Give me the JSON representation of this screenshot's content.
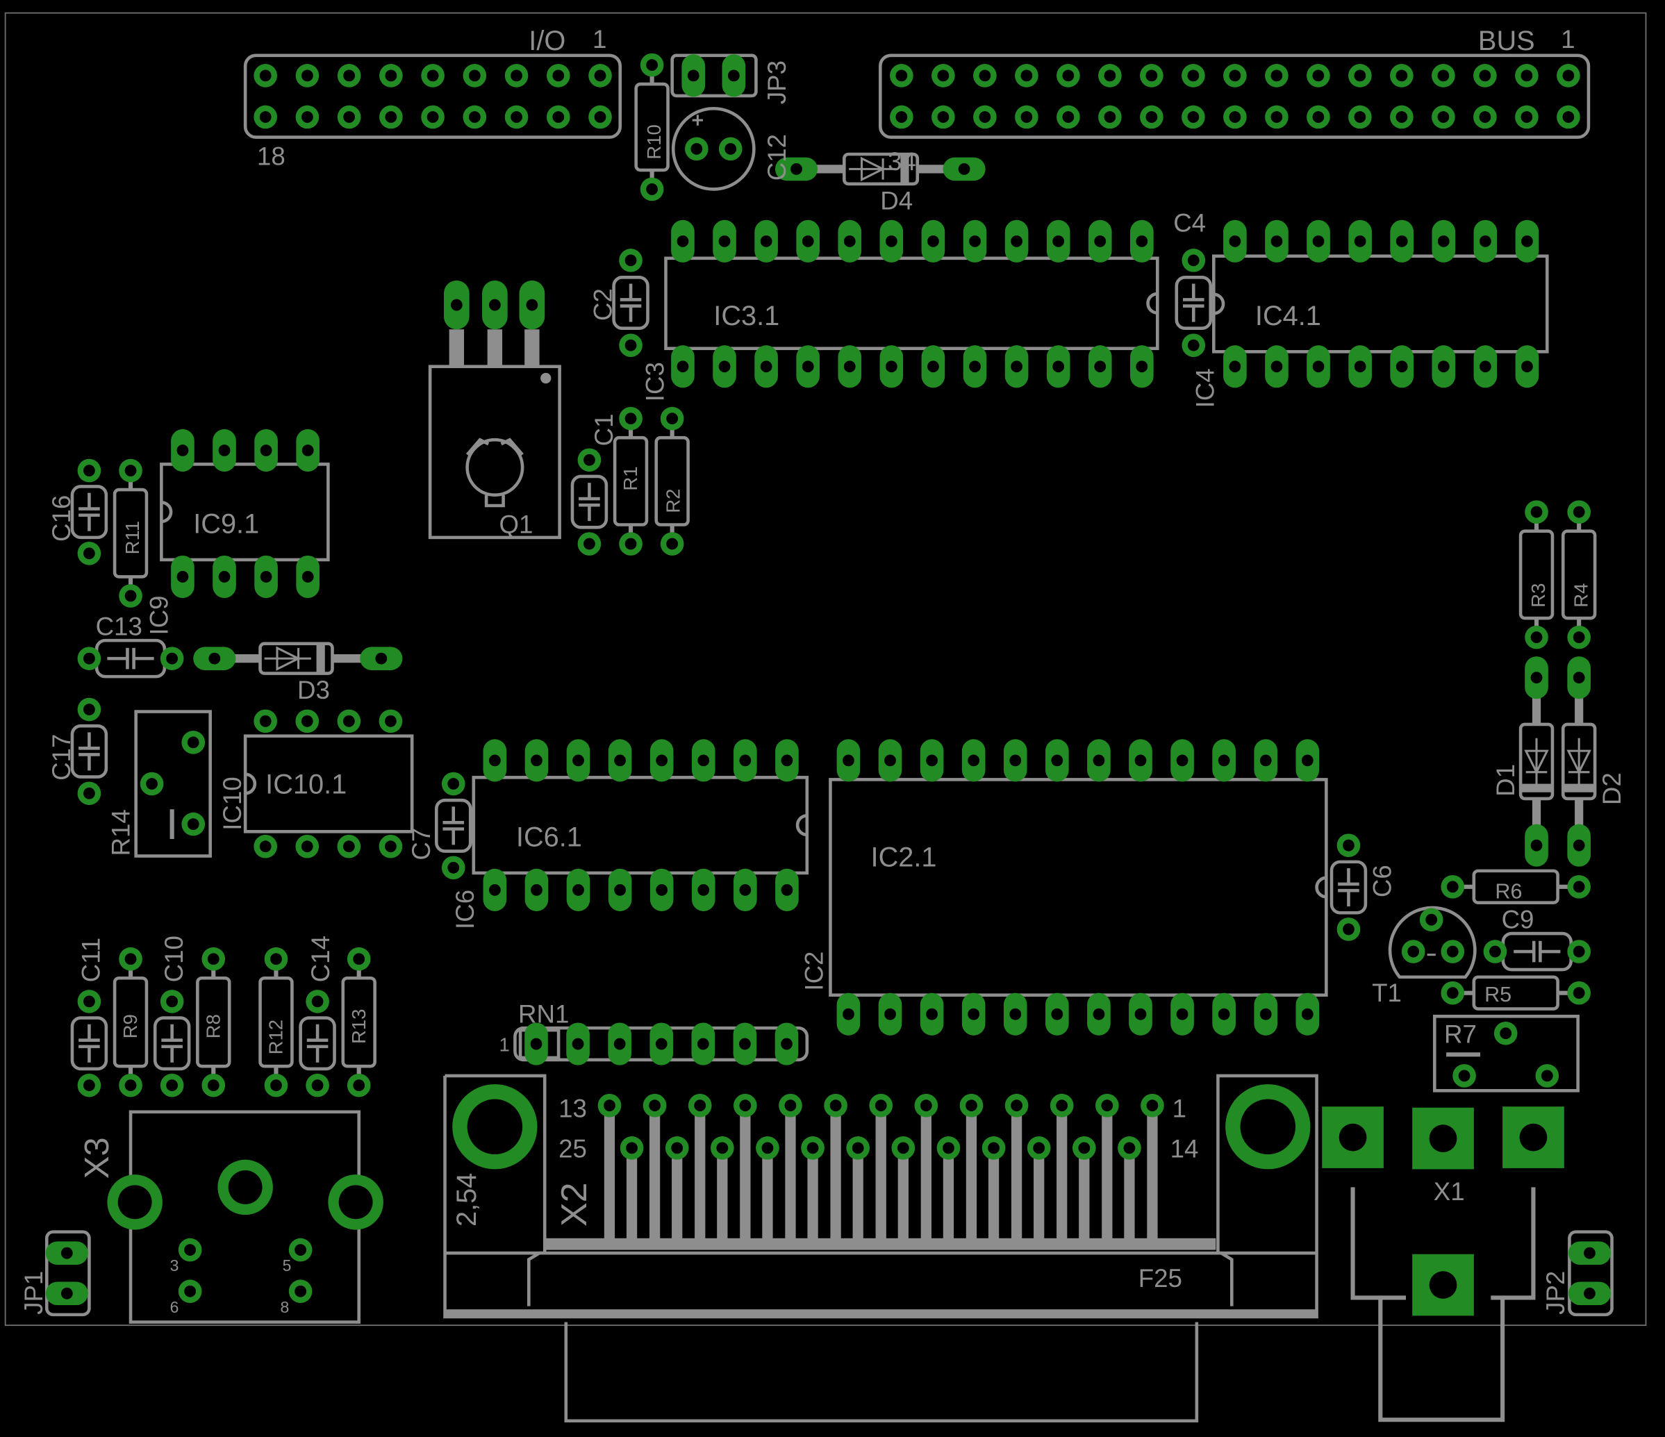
{
  "colors": {
    "background": "#000000",
    "copper_pad": "#238b23",
    "silkscreen": "#8e8e8e",
    "outline": "#6e6e6e"
  },
  "labels": {
    "io": "I/O",
    "io_pin1": "1",
    "io_pin18": "18",
    "bus": "BUS",
    "bus_pin1": "1",
    "r10": "R10",
    "jp3": "JP3",
    "c12": "C12",
    "d4_value": "34",
    "d4": "D4",
    "c4": "C4",
    "ic3_1": "IC3.1",
    "ic4_1": "IC4.1",
    "c2": "C2",
    "ic3": "IC3",
    "ic4": "IC4",
    "q1": "Q1",
    "c1": "C1",
    "r1": "R1",
    "r2": "R2",
    "ic9_1": "IC9.1",
    "c16": "C16",
    "r11": "R11",
    "ic9": "IC9",
    "c13": "C13",
    "d3": "D3",
    "c17": "C17",
    "r14": "R14",
    "ic10": "IC10",
    "ic10_1": "IC10.1",
    "c7": "C7",
    "ic6_1": "IC6.1",
    "ic6": "IC6",
    "ic2_1": "IC2.1",
    "ic2": "IC2",
    "c6": "C6",
    "r3": "R3",
    "r4": "R4",
    "d1": "D1",
    "d2": "D2",
    "r6": "R6",
    "c9": "C9",
    "t1": "T1",
    "r5": "R5",
    "r7": "R7",
    "c11": "C11",
    "r9": "R9",
    "c10": "C10",
    "r8": "R8",
    "r12": "R12",
    "c14": "C14",
    "r13": "R13",
    "rn1": "RN1",
    "rn1_pin1": "1",
    "x3": "X3",
    "x3_pin3": "3",
    "x3_pin5": "5",
    "x3_pin6": "6",
    "x3_pin8": "8",
    "x2_pitch": "2,54",
    "x2": "X2",
    "x2_pin13": "13",
    "x2_pin25": "25",
    "x2_pin1": "1",
    "x2_pin14": "14",
    "f25": "F25",
    "x1": "X1",
    "jp1": "JP1",
    "jp2": "JP2"
  }
}
